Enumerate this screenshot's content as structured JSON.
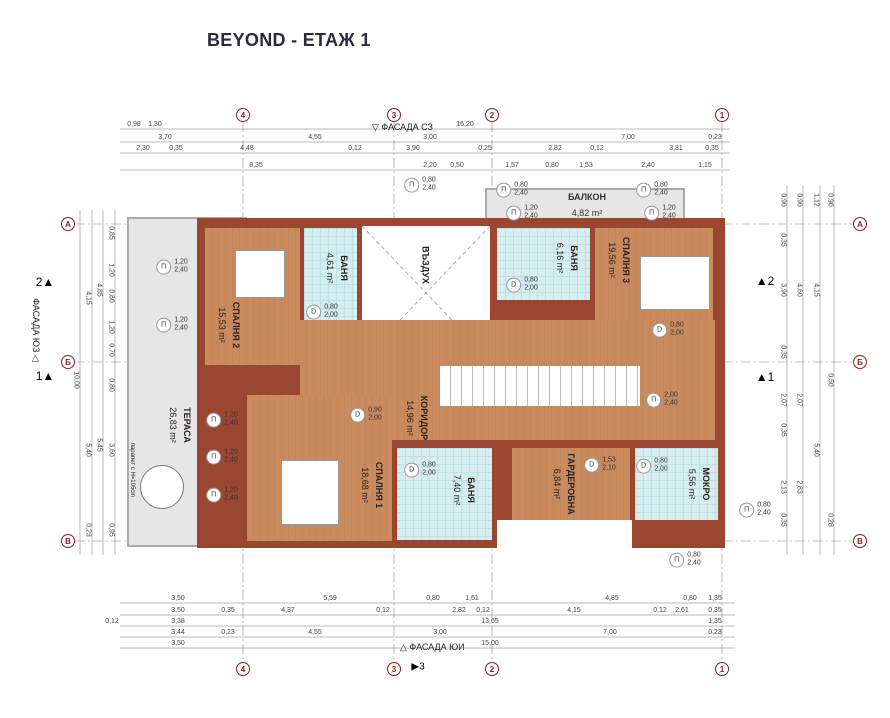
{
  "title": "BEYOND - ЕТАЖ 1",
  "colors": {
    "wall": "#9a4631",
    "wood": "#c98a5e",
    "tile": "#d6eef0",
    "terrace": "#e6e6e6",
    "axis": "#8b1c1c"
  },
  "axes": {
    "vertical": [
      "4",
      "3",
      "2",
      "1"
    ],
    "horizontal": [
      "А",
      "Б",
      "В"
    ]
  },
  "facades": {
    "top": "ФАСАДА СЗ",
    "bottom": "ФАСАДА ЮИ",
    "left": "ФАСАДА ЮЗ"
  },
  "sections": {
    "s1": "1",
    "s2": "2",
    "s3": "3"
  },
  "rooms": [
    {
      "name": "СПАЛНЯ 2",
      "area": "15,53 m²"
    },
    {
      "name": "БАНЯ",
      "area": "4,61 m²"
    },
    {
      "name": "ВЪЗДУХ",
      "area": ""
    },
    {
      "name": "БАНЯ",
      "area": "6,16 m²"
    },
    {
      "name": "СПАЛНЯ 3",
      "area": "19,56 m²"
    },
    {
      "name": "БАЛКОН",
      "area": "4,82 m²"
    },
    {
      "name": "ТЕРАСА",
      "area": "26,83 m²"
    },
    {
      "name": "КОРИДОР",
      "area": "14,96 m²"
    },
    {
      "name": "СПАЛНЯ 1",
      "area": "18,68 m²"
    },
    {
      "name": "БАНЯ",
      "area": "7,40 m²"
    },
    {
      "name": "ГАРДЕРОБНА",
      "area": "6,84 m²"
    },
    {
      "name": "МОКРО",
      "area": "5,56 m²"
    }
  ],
  "terrace_note": "парапет с H=105cm",
  "dims": {
    "top": [
      [
        "0,98",
        "1,30",
        "16,20"
      ],
      [
        "3,70",
        "4,55",
        "3,00",
        "7,00",
        "0,23"
      ],
      [
        "2,30",
        "0,35",
        "4,48",
        "0,12",
        "3,90",
        "0,25",
        "2,82",
        "0,12",
        "3,81",
        "0,35"
      ],
      [
        "8,35",
        "2,20",
        "0,50",
        "1,57",
        "0,80",
        "1,53",
        "2,40",
        "1,15"
      ]
    ],
    "bottom": [
      [
        "3,50",
        "5,59",
        "0,80",
        "1,61",
        "4,85",
        "0,80",
        "1,35"
      ],
      [
        "3,50",
        "0,35",
        "4,37",
        "0,12",
        "2,82",
        "0,12",
        "4,15",
        "0,12",
        "2,61",
        "0,35"
      ],
      [
        "0,12",
        "3,38",
        "13,65",
        "1,35"
      ],
      [
        "3,44",
        "0,23",
        "4,55",
        "3,00",
        "7,00",
        "0,23"
      ],
      [
        "3,50",
        "15,00"
      ]
    ],
    "left": [
      [
        "0,85",
        "1,20",
        "0,80",
        "1,20",
        "0,70",
        "0,80",
        "3,60",
        "0,95"
      ],
      [
        "4,85",
        "5,45"
      ],
      [
        "4,15",
        "5,40",
        "0,23"
      ],
      [
        "10,00"
      ]
    ],
    "right": [
      [
        "0,90",
        "0,35",
        "3,90",
        "0,35",
        "2,07",
        "0,35",
        "2,13",
        "0,35"
      ],
      [
        "0,90",
        "4,60",
        "2,07",
        "2,83"
      ],
      [
        "1,12",
        "4,15",
        "5,40"
      ],
      [
        "0,90",
        "0,50",
        "0,28"
      ]
    ]
  },
  "openings": [
    {
      "type": "П",
      "w": "1,20",
      "h": "2,40"
    },
    {
      "type": "П",
      "w": "1,20",
      "h": "2,40"
    },
    {
      "type": "П",
      "w": "1,20",
      "h": "2,40"
    },
    {
      "type": "П",
      "w": "1,20",
      "h": "2,40"
    },
    {
      "type": "П",
      "w": "1,20",
      "h": "2,40"
    },
    {
      "type": "D",
      "w": "0,80",
      "h": "2,00"
    },
    {
      "type": "D",
      "w": "0,90",
      "h": "2,00"
    },
    {
      "type": "D",
      "w": "0,80",
      "h": "2,00"
    },
    {
      "type": "D",
      "w": "0,80",
      "h": "2,00"
    },
    {
      "type": "D",
      "w": "0,80",
      "h": "2,00"
    },
    {
      "type": "П",
      "w": "2,00",
      "h": "2,40"
    },
    {
      "type": "D",
      "w": "1,53",
      "h": "2,10"
    },
    {
      "type": "D",
      "w": "0,80",
      "h": "2,00"
    },
    {
      "type": "П",
      "w": "0,80",
      "h": "2,40"
    },
    {
      "type": "П",
      "w": "0,80",
      "h": "2,40"
    },
    {
      "type": "П",
      "w": "0,80",
      "h": "2,40"
    },
    {
      "type": "П",
      "w": "0,80",
      "h": "2,40"
    },
    {
      "type": "П",
      "w": "1,20",
      "h": "2,40"
    },
    {
      "type": "П",
      "w": "1,20",
      "h": "2,40"
    },
    {
      "type": "П",
      "w": "0,80",
      "h": "2,40"
    }
  ]
}
